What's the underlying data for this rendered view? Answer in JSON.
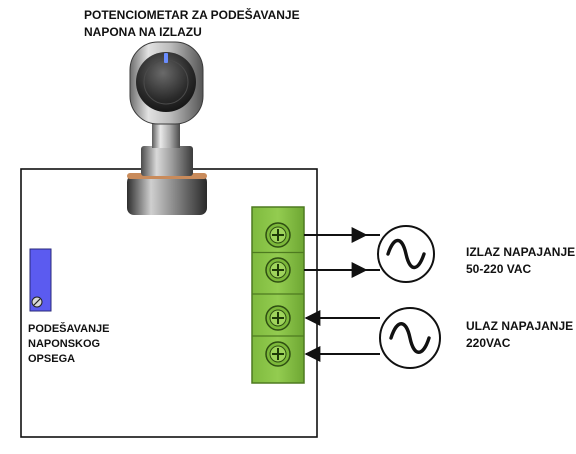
{
  "labels": {
    "potentiometer_line1": "POTENCIOMETAR ZA PODEŠAVANJE",
    "potentiometer_line2": "NAPONA NA IZLAZU",
    "range_line1": "PODEŠAVANJE",
    "range_line2": "NAPONSKOG",
    "range_line3": "OPSEGA",
    "output_line1": "IZLAZ NAPAJANJE",
    "output_line2": "50-220 VAC",
    "input_line1": "ULAZ NAPAJANJE",
    "input_line2": "220VAC"
  },
  "colors": {
    "terminal_block": "#8bc34a",
    "terminal_border": "#4e7a20",
    "trimmer": "#5b5bf0",
    "knob_indicator": "#6a8dff",
    "outline": "#111111"
  },
  "icons": [
    "potentiometer-knob-icon",
    "trimmer-potentiometer-icon",
    "screw-terminal-icon",
    "ac-source-icon",
    "arrow-icon"
  ]
}
